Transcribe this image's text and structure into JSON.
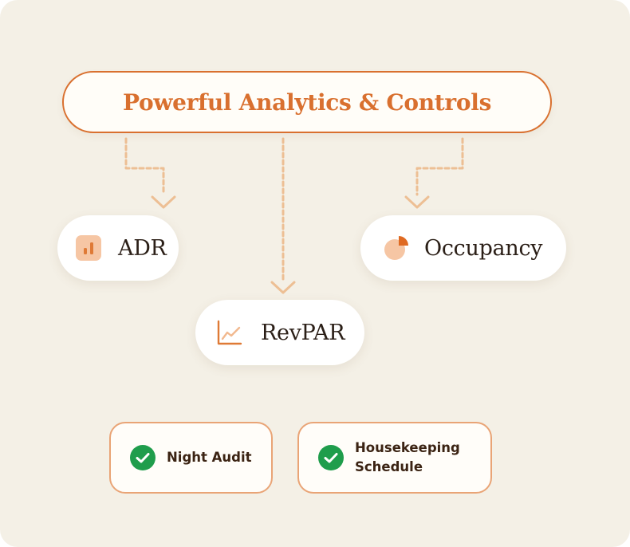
{
  "title": "Powerful Analytics & Controls",
  "metrics": {
    "adr": {
      "label": "ADR",
      "icon": "bar-chart-icon"
    },
    "occupancy": {
      "label": "Occupancy",
      "icon": "pie-chart-icon"
    },
    "revpar": {
      "label": "RevPAR",
      "icon": "line-chart-icon"
    }
  },
  "tasks": {
    "night_audit": {
      "label": "Night Audit",
      "icon": "check-circle-icon"
    },
    "housekeeping": {
      "label": "Housekeeping Schedule",
      "icon": "check-circle-icon"
    }
  },
  "colors": {
    "background": "#f4f0e6",
    "accent": "#d9702f",
    "connector": "#edbf94",
    "success": "#1f9d4c",
    "task_border": "#e9a476"
  }
}
